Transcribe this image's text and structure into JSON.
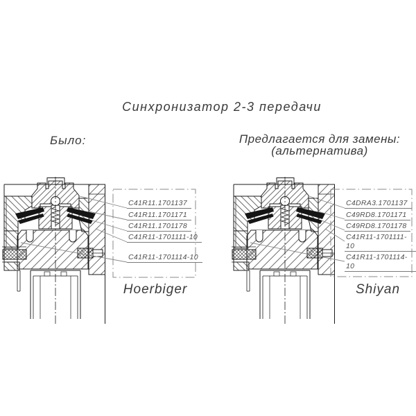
{
  "title": "Синхронизатор 2-3 передачи",
  "left_section": {
    "heading": "Было:",
    "brand": "Hoerbiger",
    "parts": [
      "C41R11.1701137",
      "C41R11.1701171",
      "C41R11.1701178",
      "C41R11-1701111-10",
      "C41R11-1701114-10"
    ]
  },
  "right_section": {
    "heading_line1": "Предлагается для замены:",
    "heading_line2": "(альтернатива)",
    "brand": "Shiyan",
    "parts": [
      "C4DRA3.1701137",
      "C49RD8.1701171",
      "C49RD8.1701178",
      "C41R11-1701111-10",
      "C41R11-1701114-10"
    ]
  },
  "colors": {
    "drawing_line": "#1b1b1b",
    "leader_line": "#8a8a8a",
    "label_text": "#4f4f4f",
    "heading_text": "#3a3a3a"
  }
}
